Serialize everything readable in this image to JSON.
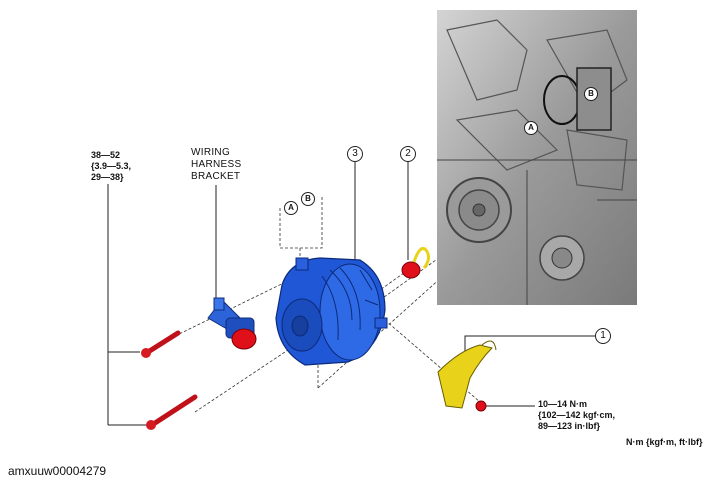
{
  "torque_bolts": {
    "line1": "38—52",
    "line2": "{3.9—5.3,",
    "line3": "29—38}"
  },
  "wiring_harness_bracket": {
    "line1": "WIRING",
    "line2": "HARNESS",
    "line3": "BRACKET"
  },
  "callouts": {
    "a": "A",
    "b": "B",
    "n1": "1",
    "n2": "2",
    "n3": "3"
  },
  "torque_terminal": {
    "line1": "10—14 N·m",
    "line2": "{102—142 kgf·cm,",
    "line3": "89—123 in·lbf}"
  },
  "units_legend": "N·m {kgf·m, ft·lbf}",
  "document_id": "amxuuw00004279",
  "colors": {
    "alternator": "#1f57d6",
    "terminal_cap": "#e0101a",
    "wiring_harness": "#e8d21a",
    "engine": "#b9b9b9"
  }
}
